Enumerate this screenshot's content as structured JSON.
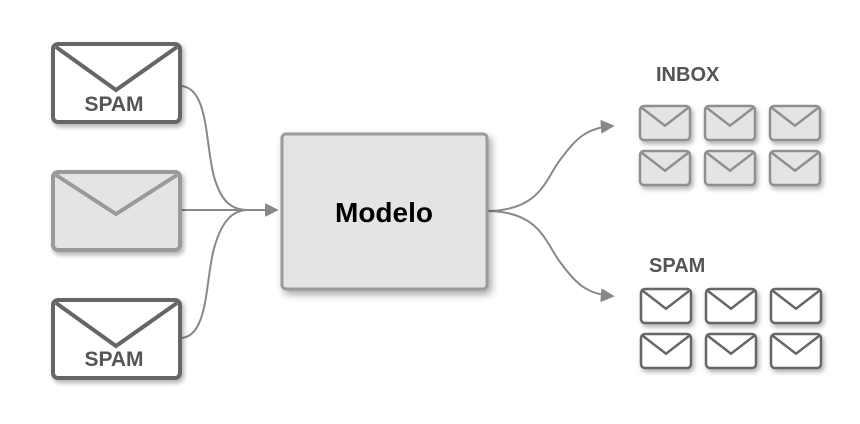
{
  "model": {
    "label": "Modelo"
  },
  "inputs": [
    {
      "label": "SPAM",
      "style": "spam"
    },
    {
      "label": "",
      "style": "plain"
    },
    {
      "label": "SPAM",
      "style": "spam"
    }
  ],
  "outputs": {
    "inbox": {
      "label": "INBOX",
      "count": 6
    },
    "spam": {
      "label": "SPAM",
      "count": 6
    }
  },
  "colors": {
    "box_fill": "#e4e4e4",
    "box_stroke": "#9b9b9b",
    "spam_env_stroke": "#666666",
    "plain_env_stroke": "#9a9a9a",
    "arrow": "#888888",
    "label_text": "#555555"
  }
}
